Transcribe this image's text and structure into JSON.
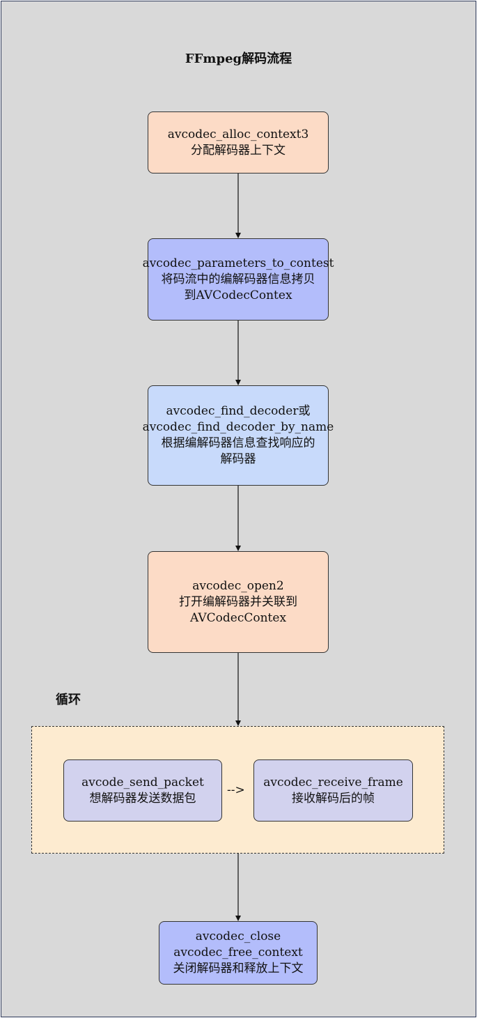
{
  "title": "FFmpeg解码流程",
  "steps": [
    {
      "lines": [
        "avcodec_alloc_context3",
        "分配解码器上下文"
      ]
    },
    {
      "lines": [
        "avcodec_parameters_to_contest",
        "将码流中的编解码器信息拷贝",
        "到AVCodecContex"
      ]
    },
    {
      "lines": [
        "avcodec_find_decoder或",
        "avcodec_find_decoder_by_name",
        "根据编解码器信息查找响应的",
        "解码器"
      ]
    },
    {
      "lines": [
        "avcodec_open2",
        "打开编解码器并关联到",
        "AVCodecContex"
      ]
    }
  ],
  "loop": {
    "label": "循环",
    "send": {
      "lines": [
        "avcode_send_packet",
        "想解码器发送数据包"
      ]
    },
    "arrow_text": "-->",
    "receive": {
      "lines": [
        "avcodec_receive_frame",
        "接收解码后的帧"
      ]
    }
  },
  "final": {
    "lines": [
      "avcodec_close",
      "avcodec_free_context",
      "关闭解码器和释放上下文"
    ]
  },
  "colors": {
    "peach": "#fcdbc6",
    "blue": "#b3bdfb",
    "light_blue": "#c8dafb",
    "lavender": "#d2d2ee",
    "loop_fill": "#fdebd0",
    "background": "#d9d9d9"
  }
}
